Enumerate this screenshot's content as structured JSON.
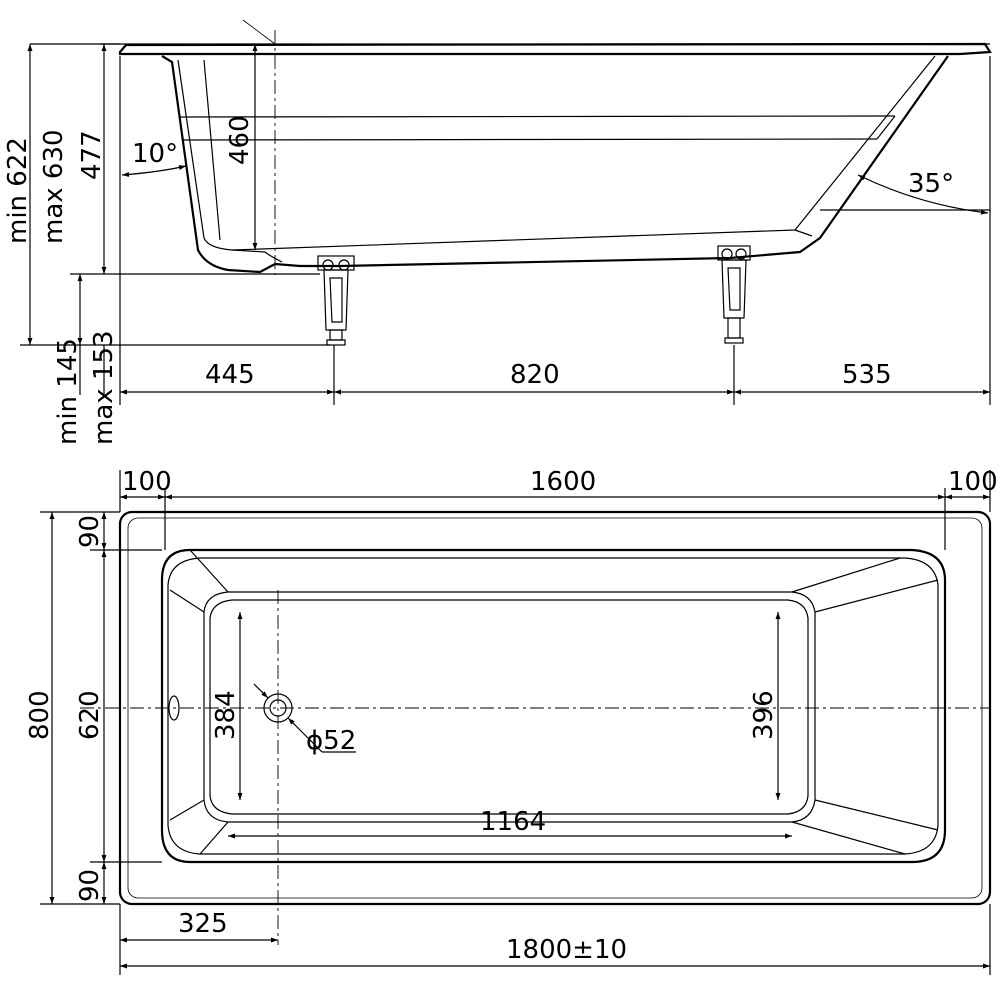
{
  "side_view": {
    "height_total_min": "min 622",
    "height_total_max": "max 630",
    "height_rim": "477",
    "depth_inner": "460",
    "angle_head": "10°",
    "angle_foot": "35°",
    "leg_height_min": "min 145",
    "leg_height_max": "max 153",
    "dim_left": "445",
    "dim_between_legs": "820",
    "dim_right": "535"
  },
  "top_view": {
    "rim_left": "100",
    "inner_length": "1600",
    "rim_right": "100",
    "rim_top": "90",
    "width_total": "800",
    "inner_width": "620",
    "rim_bottom": "90",
    "bottom_width_head": "384",
    "drain_diameter": "ϕ52",
    "bottom_width_foot": "396",
    "bottom_length": "1164",
    "drain_offset": "325",
    "length_total": "1800±10"
  }
}
